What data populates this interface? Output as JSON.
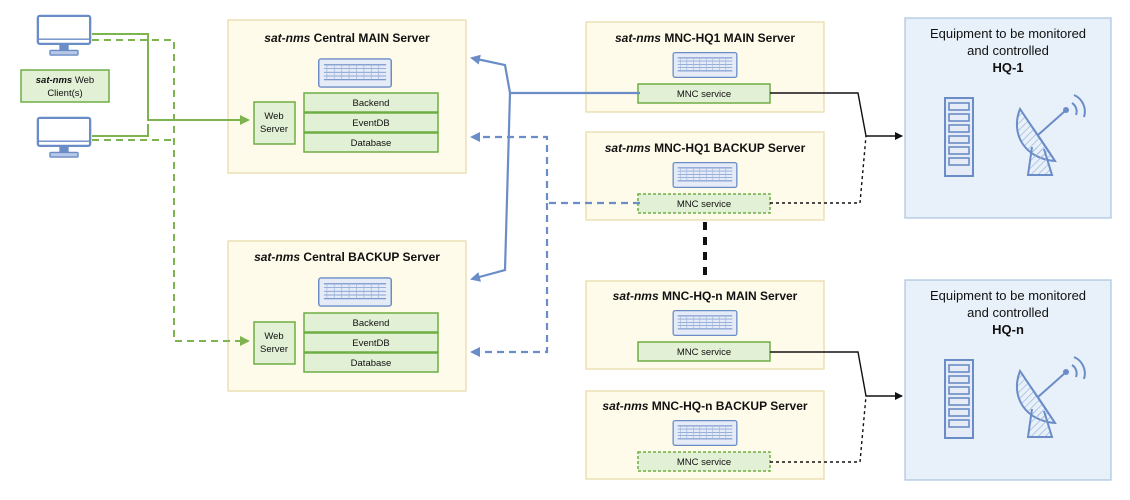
{
  "colors": {
    "server_box_fill": "#fffbea",
    "server_box_stroke": "#e7d9a4",
    "component_fill": "#e2f0d5",
    "component_stroke": "#6fae45",
    "equipment_fill": "#e8f1f9",
    "equipment_stroke": "#aac4de",
    "blue_link": "#6a8cc7",
    "green_link": "#7db44f",
    "black_link": "#111111"
  },
  "clients": {
    "web_client_prefix": "sat-nms",
    "web_client_rest": " Web",
    "web_client_line2": "Client(s)",
    "icon": "desktop-monitor-icon"
  },
  "central_main": {
    "title_prefix": "sat-nms",
    "title_rest": " Central MAIN Server",
    "web_server_line1": "Web",
    "web_server_line2": "Server",
    "backend": "Backend",
    "eventdb": "EventDB",
    "database": "Database"
  },
  "central_backup": {
    "title_prefix": "sat-nms",
    "title_rest": " Central BACKUP Server",
    "web_server_line1": "Web",
    "web_server_line2": "Server",
    "backend": "Backend",
    "eventdb": "EventDB",
    "database": "Database"
  },
  "mnc_hq1_main": {
    "title_prefix": "sat-nms",
    "title_rest": " MNC-HQ1 MAIN Server",
    "service": "MNC service"
  },
  "mnc_hq1_backup": {
    "title_prefix": "sat-nms",
    "title_rest": " MNC-HQ1 BACKUP Server",
    "service": "MNC service"
  },
  "mnc_hqn_main": {
    "title_prefix": "sat-nms",
    "title_rest": " MNC-HQ-n MAIN Server",
    "service": "MNC service"
  },
  "mnc_hqn_backup": {
    "title_prefix": "sat-nms",
    "title_rest": " MNC-HQ-n BACKUP Server",
    "service": "MNC service"
  },
  "equipment_hq1": {
    "line1": "Equipment to be monitored",
    "line2": "and controlled",
    "site": "HQ-1"
  },
  "equipment_hqn": {
    "line1": "Equipment to be monitored",
    "line2": "and controlled",
    "site": "HQ-n"
  },
  "icons": {
    "server_rack": "server-rack-icon",
    "equipment_rack": "equipment-rack-icon",
    "satellite_dish": "satellite-dish-icon"
  }
}
